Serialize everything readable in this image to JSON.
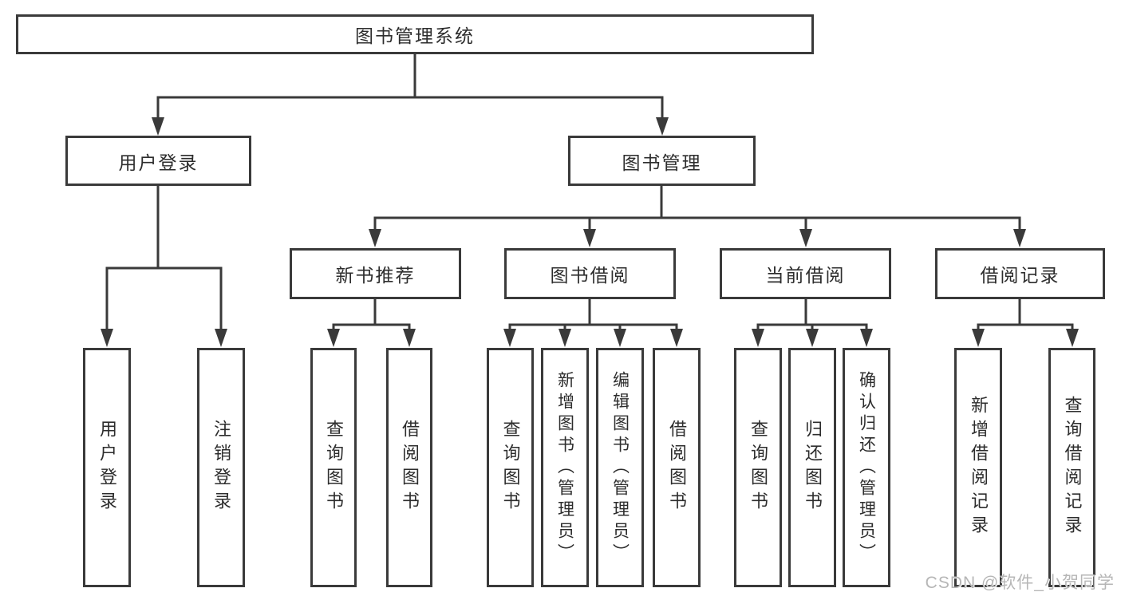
{
  "colors": {
    "line": "#3a3a3a",
    "text": "#2d2d2d",
    "background": "#ffffff",
    "watermark_text": "#b6b6b6"
  },
  "watermark": "CSDN @软件_小贺同学",
  "tree": {
    "root": {
      "label": "图书管理系统"
    },
    "branches": [
      {
        "label": "用户登录",
        "leaves": [
          "用户登录",
          "注销登录"
        ]
      },
      {
        "label": "图书管理",
        "children": [
          {
            "label": "新书推荐",
            "leaves": [
              "查询图书",
              "借阅图书"
            ]
          },
          {
            "label": "图书借阅",
            "leaves": [
              "查询图书",
              "新增图书（管理员）",
              "编辑图书（管理员）",
              "借阅图书"
            ]
          },
          {
            "label": "当前借阅",
            "leaves": [
              "查询图书",
              "归还图书",
              "确认归还（管理员）"
            ]
          },
          {
            "label": "借阅记录",
            "leaves": [
              "新增借阅记录",
              "查询借阅记录"
            ]
          }
        ]
      }
    ]
  }
}
